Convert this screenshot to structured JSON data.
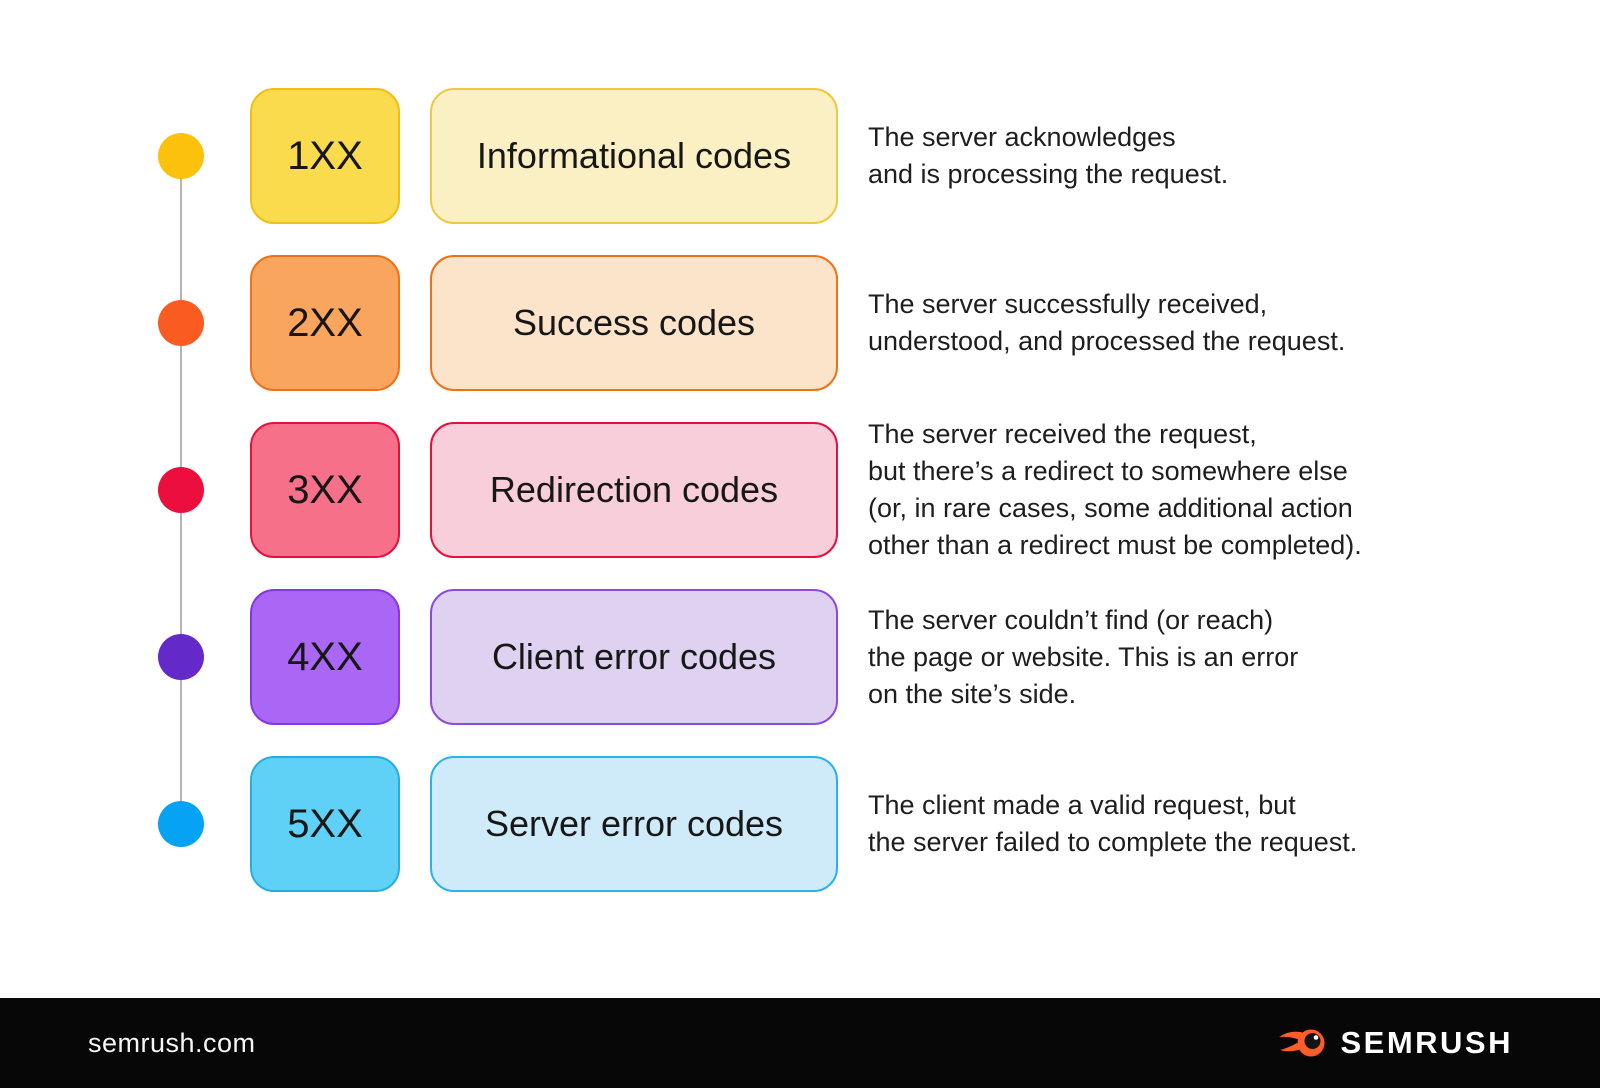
{
  "page": {
    "background": "#ffffff",
    "timeline_line_color": "#b3b3b3"
  },
  "rows": [
    {
      "code": "1XX",
      "label": "Informational codes",
      "description": "The server acknowledges\nand is processing the request.",
      "dot_color": "#FBC10D",
      "code_fill": "#F9DB4D",
      "code_border": "#F0BE16",
      "label_fill": "#FAF0C4",
      "label_border": "#EDC93F"
    },
    {
      "code": "2XX",
      "label": "Success codes",
      "description": "The server successfully received,\nunderstood, and processed the request.",
      "dot_color": "#F95B20",
      "code_fill": "#F9A55E",
      "code_border": "#EE7118",
      "label_fill": "#FBE4C9",
      "label_border": "#EE7118"
    },
    {
      "code": "3XX",
      "label": "Redirection codes",
      "description": "The server received the request,\nbut there’s a redirect to somewhere else\n(or, in rare cases, some additional action\nother than a redirect must be completed).",
      "dot_color": "#EC0E3D",
      "code_fill": "#F7708A",
      "code_border": "#E60F3D",
      "label_fill": "#F7CEDA",
      "label_border": "#E60F3D"
    },
    {
      "code": "4XX",
      "label": "Client error codes",
      "description": "The server couldn’t find (or reach)\nthe page or website. This is an error\non the site’s side.",
      "dot_color": "#6329C9",
      "code_fill": "#AA66F4",
      "code_border": "#8736E0",
      "label_fill": "#DED2F0",
      "label_border": "#8B4BE0"
    },
    {
      "code": "5XX",
      "label": "Server error codes",
      "description": "The client made a valid request, but\nthe server failed to complete the request.",
      "dot_color": "#06A2F3",
      "code_fill": "#5FD1F6",
      "code_border": "#29ACDF",
      "label_fill": "#CFEAF9",
      "label_border": "#2CB1EE"
    }
  ],
  "footer": {
    "site_label": "semrush.com",
    "brand_name": "SEMRUSH",
    "background": "#070707",
    "logo_color": "#FF5C28"
  }
}
